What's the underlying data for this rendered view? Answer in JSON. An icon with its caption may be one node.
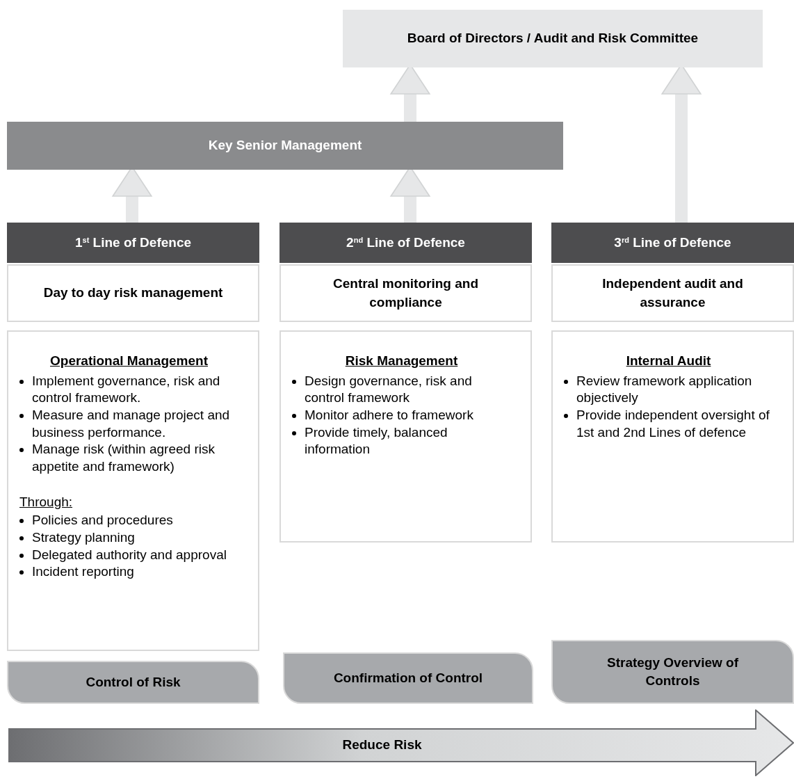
{
  "diagram": {
    "nodes": [
      {
        "text": [
          "Board of Directors / Audit and Risk Committee"
        ]
      },
      {
        "text": [
          "Key Senior Management"
        ]
      },
      {
        "text": [
          "1$^{st}$ Line of Defence"
        ]
      },
      {
        "text": [
          "Day to day risk management"
        ]
      },
      {
        "text": [
          "Operational Management",
          "Implement governance, risk and control framework.",
          "Measure and manage project and business performance.",
          "Manage risk (within agreed risk appetite and framework)",
          "Through:",
          "Policies and procedures",
          "Strategy planning",
          "Delegated authority and approval",
          "Incident reporting"
        ]
      },
      {
        "text": [
          "2$^{nd}$ Line of Defence"
        ]
      },
      {
        "text": [
          "Central monitoring and compliance"
        ]
      },
      {
        "text": [
          "Risk Management",
          "Design governance, risk and control framework",
          "Monitor adhere to framework",
          "Provide timely, balanced information"
        ]
      },
      {
        "text": [
          "3$^{rd}$ Line of Defence"
        ]
      },
      {
        "text": [
          "Independent audit and assurance"
        ]
      },
      {
        "text": [
          "Internal Audit",
          "Review framework application objectively",
          "Provide independent oversight of 1st and 2nd Lines of defence"
        ]
      },
      {
        "text": [
          "Control of Risk"
        ]
      },
      {
        "text": [
          "Confirmation of Control"
        ]
      },
      {
        "text": [
          "Strategy Overview of Controls"
        ]
      },
      {
        "text": [
          "Reduce Risk"
        ]
      }
    ],
    "edges": [
      {
        "from": 2,
        "to": 1,
        "arrow": "to"
      },
      {
        "from": 5,
        "to": 1,
        "arrow": "to"
      },
      {
        "from": 1,
        "to": 0,
        "arrow": "to"
      },
      {
        "from": 8,
        "to": 0,
        "arrow": "to"
      }
    ]
  }
}
